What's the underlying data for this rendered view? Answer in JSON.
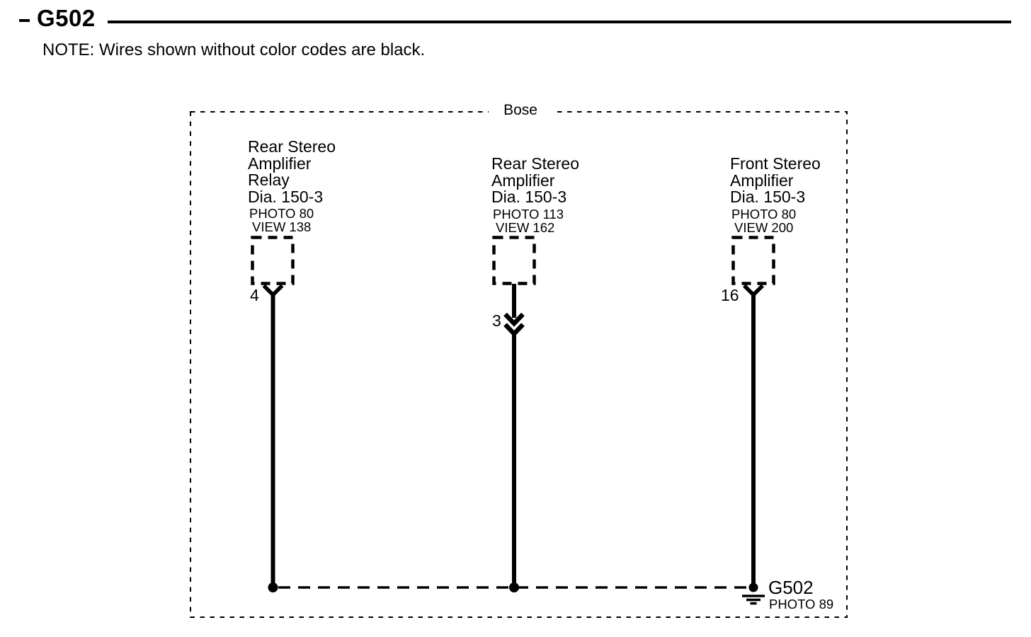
{
  "header": {
    "title": "G502",
    "note": "NOTE: Wires shown without color codes are black."
  },
  "bose": {
    "label": "Bose"
  },
  "components": [
    {
      "name_lines": [
        "Rear Stereo",
        "Amplifier",
        "Relay",
        "Dia. 150-3"
      ],
      "photo": "PHOTO 80",
      "view": "VIEW 138",
      "pin": "4"
    },
    {
      "name_lines": [
        "Rear Stereo",
        "Amplifier",
        "Dia. 150-3"
      ],
      "photo": "PHOTO 113",
      "view": "VIEW 162",
      "pin": "3"
    },
    {
      "name_lines": [
        "Front Stereo",
        "Amplifier",
        "Dia. 150-3"
      ],
      "photo": "PHOTO 80",
      "view": "VIEW 200",
      "pin": "16"
    }
  ],
  "ground": {
    "label": "G502",
    "photo": "PHOTO 89"
  },
  "colors": {
    "ink": "#000000",
    "background": "#ffffff",
    "wire": "#000000"
  }
}
